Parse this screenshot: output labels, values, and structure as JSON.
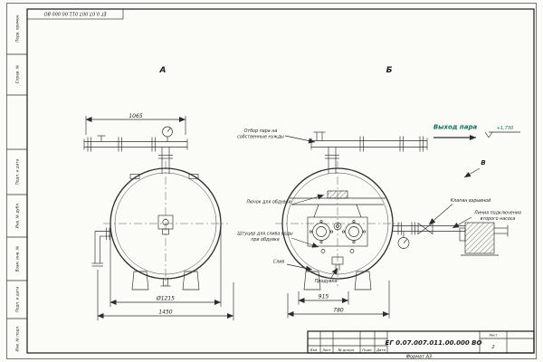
{
  "colors": {
    "line": "#2b2b2b",
    "paper": "#fbfbf8",
    "steam_accent": "#0d6f56"
  },
  "sheet": {
    "doc_number": "ЕГ 0.07.007.011.00.000 ВО",
    "format_label": "Формат А3",
    "stamp_labels": [
      "Перв. примен.",
      "Справ. №",
      "",
      "Подп. и дата",
      "Инв. № дубл.",
      "Взам. инв. №",
      "Подп. и дата",
      "Инв. № подл."
    ],
    "title_columns": [
      "Изм.",
      "Лист",
      "№ докум.",
      "Подп.",
      "Дата"
    ],
    "sheet_label": "Лист",
    "sheet_value": "2"
  },
  "views": {
    "a": "А",
    "b": "Б",
    "v": "В"
  },
  "dimensions": {
    "pipe_length": "1065",
    "vessel_diameter": "Ø1215",
    "overall_width": "1450",
    "b_upper": "915",
    "b_lower": "780",
    "level_mark": "+1,730"
  },
  "annotations": {
    "steam_outlet": "Выход пара",
    "steam_own_needs_1": "Отбор пара на",
    "steam_own_needs_2": "собственные нужды",
    "blow_hatch": "Лючок для обдувки",
    "drain_fitting_1": "Штуцер для слива воды",
    "drain_fitting_2": "при обдувке",
    "drain": "Слив",
    "blowdown": "Продувка",
    "safety_valve": "Клапан взрывной",
    "pump_line_1": "Линия подключения",
    "pump_line_2": "второго насоса"
  }
}
